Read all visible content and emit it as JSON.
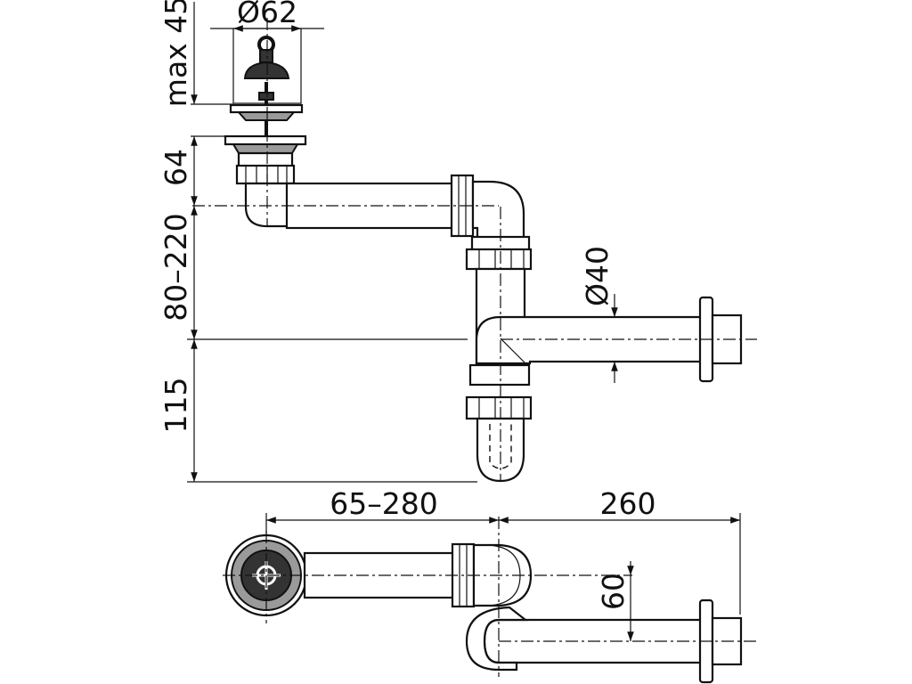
{
  "dimensions": {
    "strainer_diameter": "Ø62",
    "strainer_height": "max 45",
    "outlet_height": "64",
    "height_range": "80–220",
    "trap_height": "115",
    "pipe_diameter": "Ø40",
    "horizontal_reach": "65–280",
    "wall_pipe_length": "260",
    "offset": "60"
  }
}
